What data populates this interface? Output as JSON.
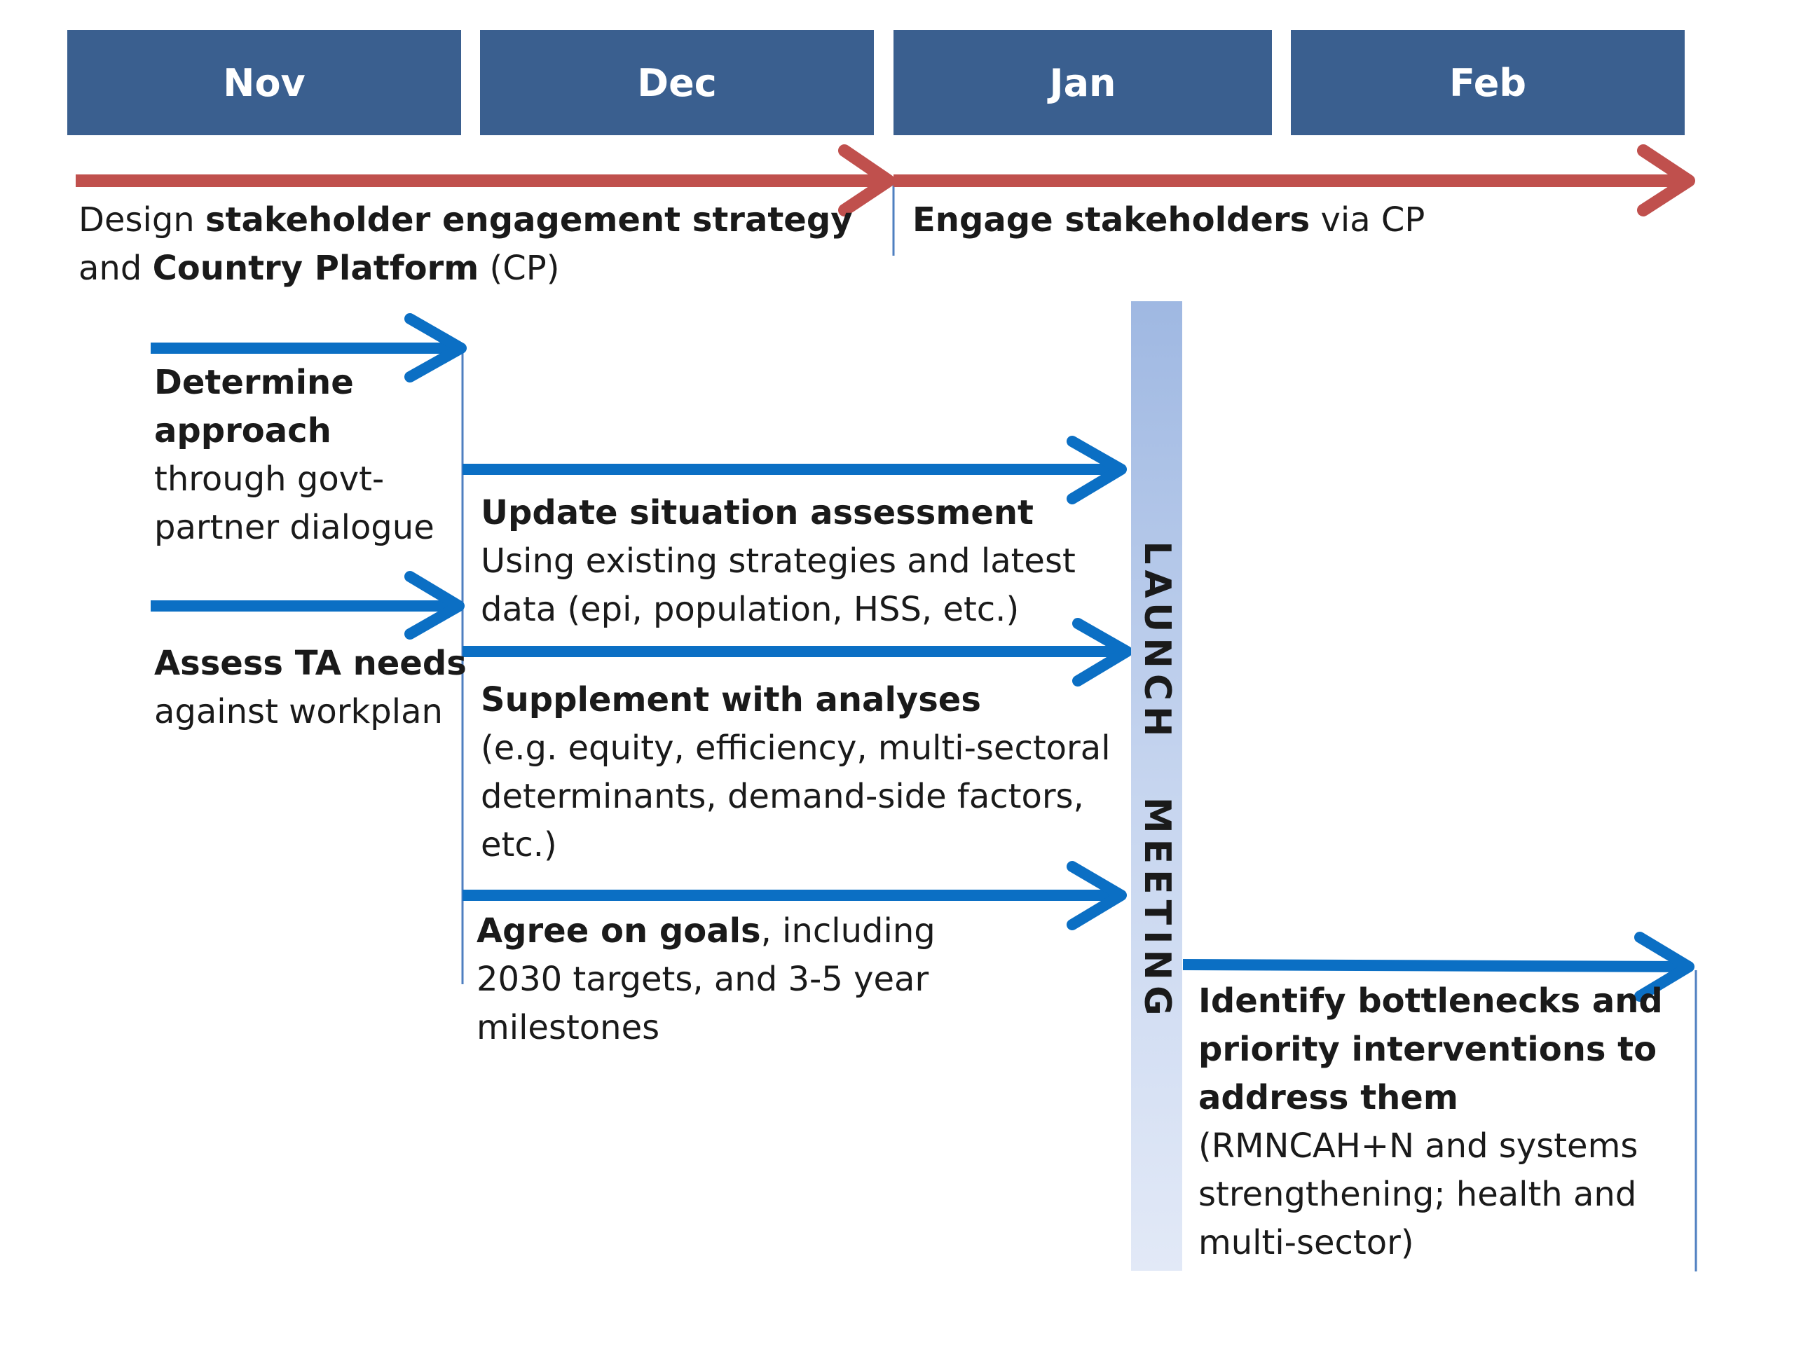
{
  "months": [
    "Nov",
    "Dec",
    "Jan",
    "Feb"
  ],
  "phases": {
    "design": {
      "p1": "Design ",
      "b1": "stakeholder engagement strategy",
      "p2": "and ",
      "b2": "Country Platform",
      "p3": " (CP)"
    },
    "engage": {
      "b1": "Engage stakeholders",
      "p1": " via CP"
    }
  },
  "steps": {
    "determine": {
      "b1": "Determine",
      "b2": "approach",
      "l1": "through govt-",
      "l2": "partner dialogue"
    },
    "assess": {
      "b1": "Assess TA needs",
      "l1": "against workplan"
    },
    "update": {
      "b1": "Update situation assessment",
      "l1": "Using existing strategies and latest",
      "l2": "data (epi, population, HSS, etc.)"
    },
    "supplement": {
      "b1": "Supplement with analyses",
      "l1": "(e.g. equity, efficiency, multi-sectoral",
      "l2": "determinants, demand-side factors,",
      "l3": "etc.)"
    },
    "agree": {
      "b1": "Agree on goals",
      "p1": ", including",
      "l1": "2030 targets, and 3-5 year",
      "l2": "milestones"
    },
    "identify": {
      "b1": "Identify bottlenecks and",
      "b2": "priority interventions to",
      "b3": "address them",
      "l1": "(RMNCAH+N and systems",
      "l2": "strengthening; health and",
      "l3": "multi-sector)"
    }
  },
  "launch_label": "LAUNCH   MEETING",
  "colors": {
    "month_fill": "#3a5f8f",
    "phase_arrow": "#c0504d",
    "step_arrow": "#0b6fc4",
    "divider": "#4f7fc0",
    "launch_bar": "#9fb8e2"
  }
}
